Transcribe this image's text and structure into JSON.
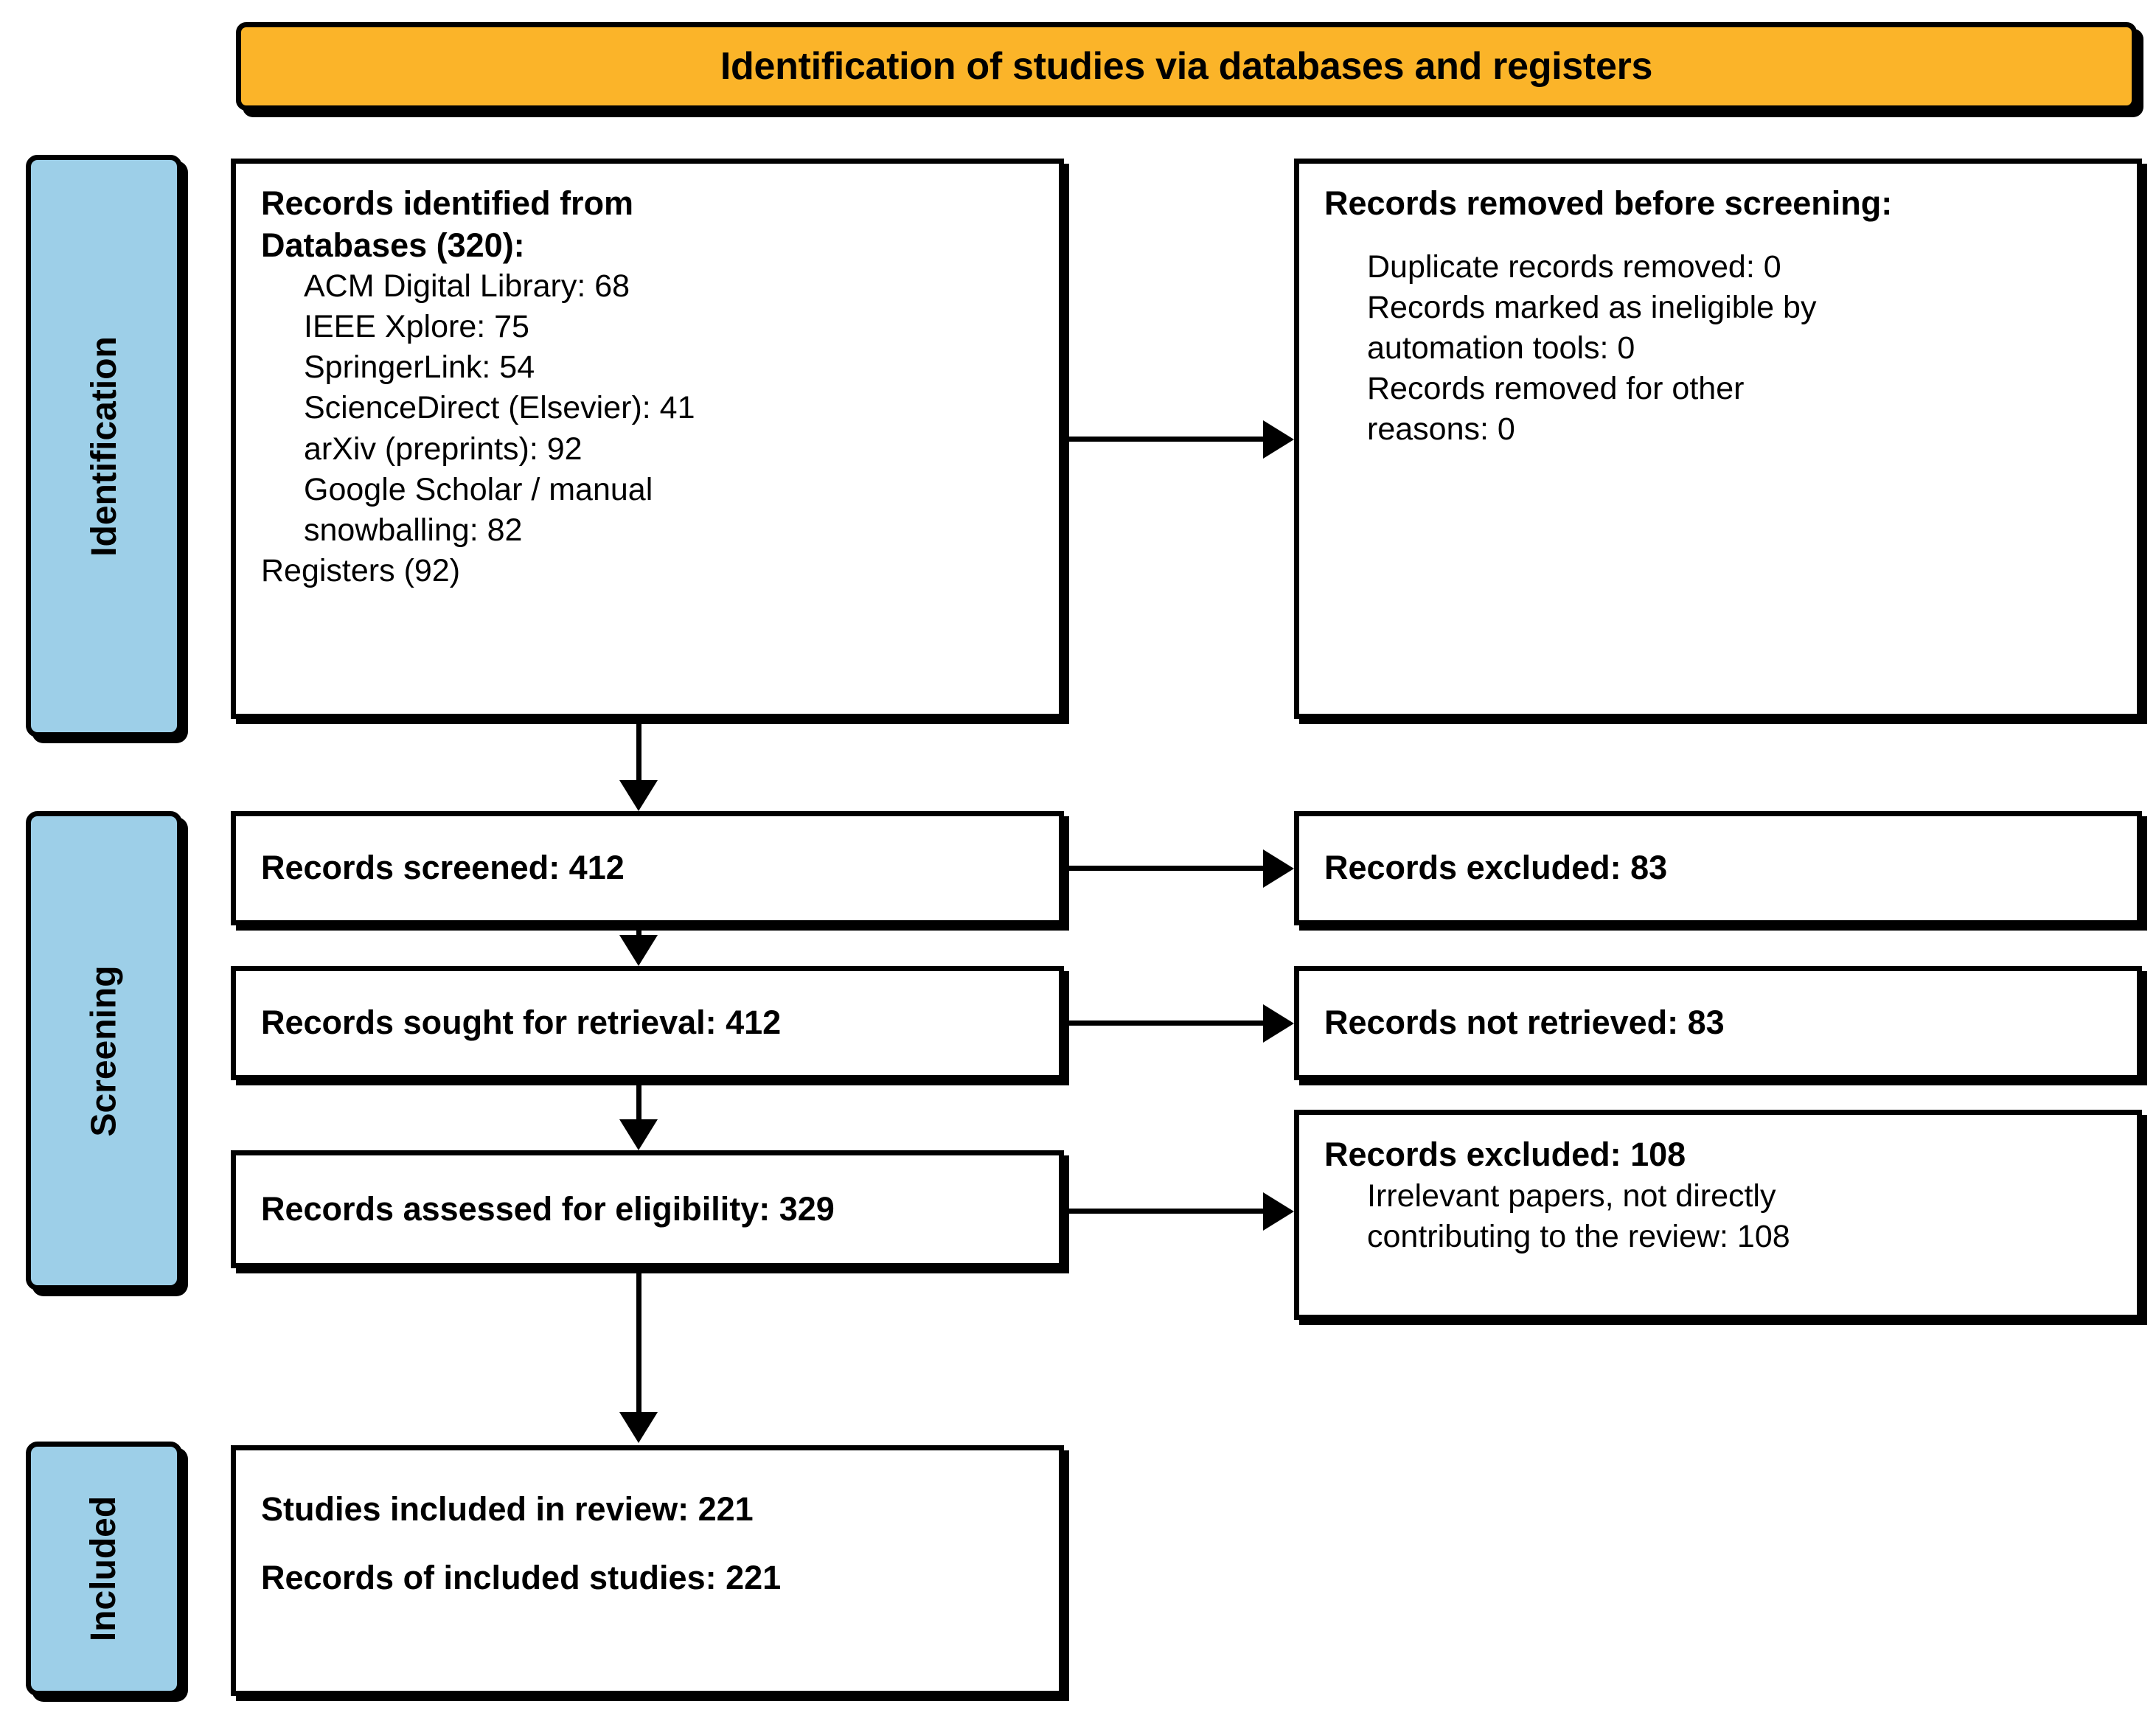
{
  "banner": {
    "title": "Identification of studies via databases and registers",
    "bg_color": "#FBB429"
  },
  "stages": {
    "identification": "Identification",
    "screening": "Screening",
    "included": "Included",
    "bg_color": "#9DCFE8"
  },
  "boxes": {
    "identified": {
      "title_line1": "Records identified from",
      "title_line2": "Databases (320):",
      "sources": [
        "ACM Digital Library: 68",
        "IEEE Xplore: 75",
        "SpringerLink: 54",
        "ScienceDirect (Elsevier): 41",
        "arXiv (preprints): 92",
        "Google Scholar / manual",
        "snowballing: 82"
      ],
      "registers": "Registers (92)"
    },
    "removed": {
      "title": "Records removed  before screening:",
      "reasons": [
        "Duplicate records removed: 0",
        "Records marked as ineligible by",
        "automation tools: 0",
        "Records removed for other",
        "reasons: 0"
      ]
    },
    "screened": {
      "title": "Records screened: 412"
    },
    "excluded_83": {
      "title": "Records excluded: 83"
    },
    "sought": {
      "title": "Records sought for retrieval: 412"
    },
    "not_retrieved": {
      "title": "Records not retrieved: 83"
    },
    "eligibility": {
      "title": "Records assessed for eligibility: 329"
    },
    "excluded_108": {
      "title": "Records excluded: 108",
      "detail_line1": "Irrelevant papers, not directly",
      "detail_line2": "contributing to the review: 108"
    },
    "included": {
      "line1": "Studies included in review: 221",
      "line2": "Records of included studies: 221"
    }
  }
}
